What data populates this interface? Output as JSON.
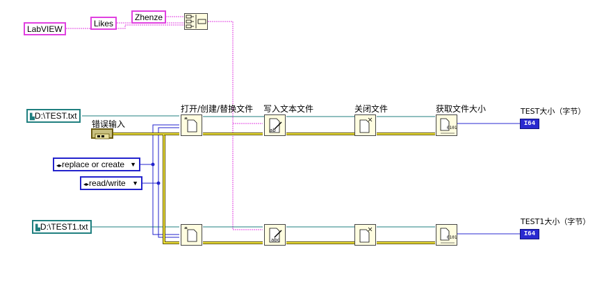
{
  "string_constants": [
    "LabVIEW",
    "Likes",
    "Zhenze"
  ],
  "path_constants": [
    "D:\\TEST.txt",
    "D:\\TEST1.txt"
  ],
  "enum_constants": [
    "replace or create",
    "read/write"
  ],
  "error_in_label": "错误输入",
  "function_labels": [
    "打开/创建/替换文件",
    "写入文本文件",
    "关闭文件",
    "获取文件大小"
  ],
  "indicator_labels": [
    "TEST大小（字节）",
    "TEST1大小（字节）"
  ],
  "indicator_type": "I64",
  "colors": {
    "string_wire": "#e040e0",
    "path_wire": "#1f7f7f",
    "enum_wire": "#2222cc",
    "error_wire": "#8c7a10",
    "numeric_wire": "#2a2ad0"
  }
}
